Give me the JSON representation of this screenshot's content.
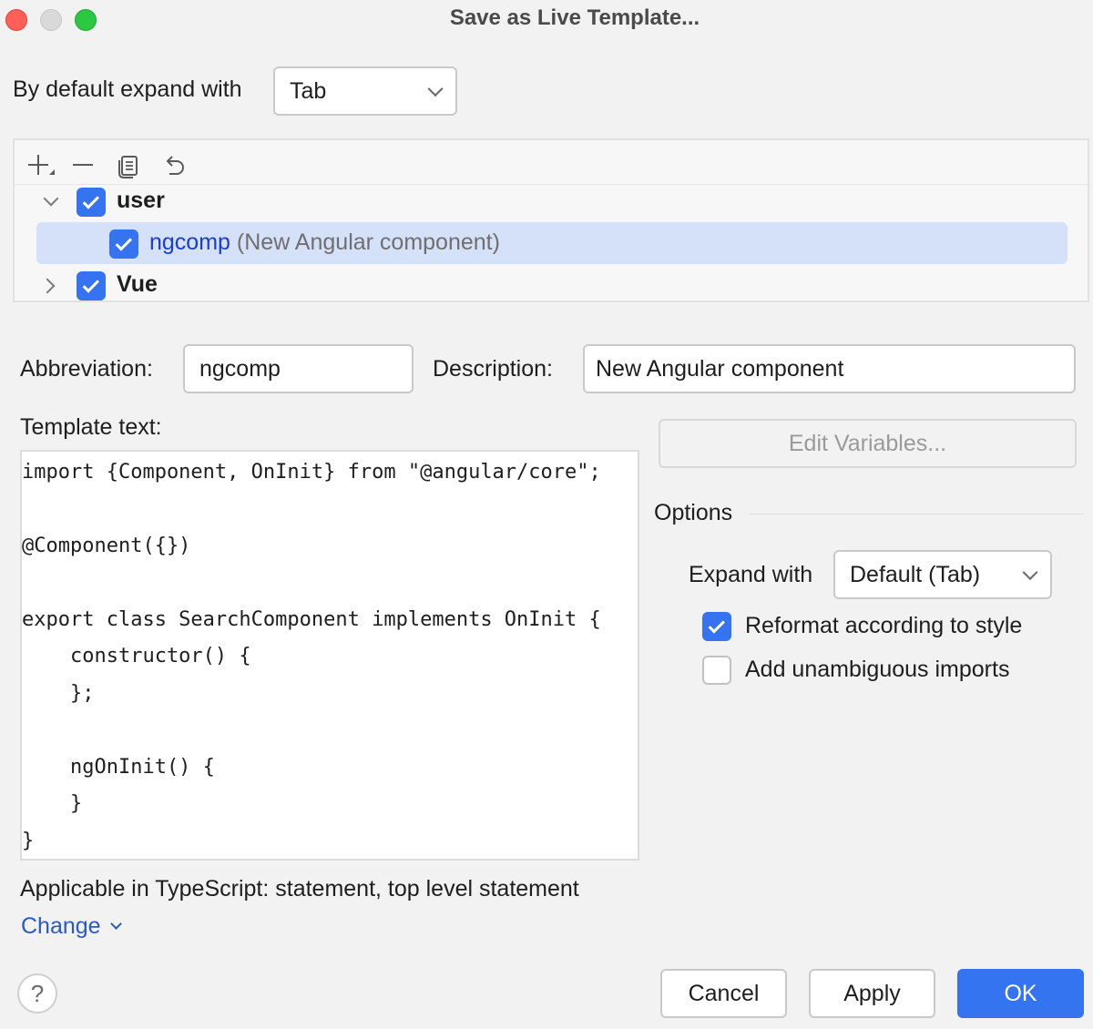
{
  "window": {
    "title": "Save as Live Template..."
  },
  "expand_default": {
    "label": "By default expand with",
    "value": "Tab"
  },
  "toolbar": {
    "add_icon": "plus-icon",
    "remove_icon": "minus-icon",
    "copy_icon": "copy-icon",
    "revert_icon": "undo-icon"
  },
  "tree": {
    "groups": [
      {
        "name": "user",
        "expanded": true,
        "checked": true
      },
      {
        "name": "Vue",
        "expanded": false,
        "checked": true
      }
    ],
    "selected_item": {
      "abbreviation": "ngcomp",
      "description": "(New Angular component)",
      "checked": true
    }
  },
  "form": {
    "abbreviation_label": "Abbreviation:",
    "abbreviation_value": "ngcomp",
    "description_label": "Description:",
    "description_value": "New Angular component",
    "template_text_label": "Template text:"
  },
  "template_code": [
    "import {Component, OnInit} from \"@angular/core\";",
    "",
    "@Component({})",
    "",
    "export class SearchComponent implements OnInit {",
    "    constructor() {",
    "    };",
    "",
    "    ngOnInit() {",
    "    }",
    "}"
  ],
  "edit_variables_label": "Edit Variables...",
  "options": {
    "heading": "Options",
    "expand_with_label": "Expand with",
    "expand_with_value": "Default (Tab)",
    "reformat_label": "Reformat according to style",
    "reformat_checked": true,
    "imports_label": "Add unambiguous imports",
    "imports_checked": false
  },
  "context": {
    "applicable_text": "Applicable in TypeScript: statement, top level statement",
    "change_label": "Change"
  },
  "buttons": {
    "help": "?",
    "cancel": "Cancel",
    "apply": "Apply",
    "ok": "OK"
  },
  "colors": {
    "accent": "#3574f0",
    "selection": "#d5e1f9",
    "link": "#2a5ac8"
  }
}
